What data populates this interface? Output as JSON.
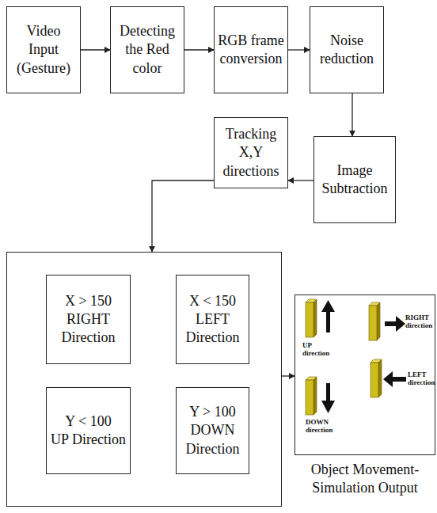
{
  "diagram": {
    "nodes": [
      {
        "text": [
          "Video Input (Gesture)"
        ]
      },
      {
        "text": [
          "Detecting the Red color"
        ]
      },
      {
        "text": [
          "RGB frame conversion"
        ]
      },
      {
        "text": [
          "Noise reduction"
        ]
      },
      {
        "text": [
          "Image Subtraction"
        ]
      },
      {
        "text": [
          "Tracking X,Y directions"
        ]
      },
      {
        "text": []
      },
      {
        "text": [
          "X > 150",
          "RIGHT Direction"
        ],
        "in": 6
      },
      {
        "text": [
          "X < 150",
          "LEFT Direction"
        ],
        "in": 6
      },
      {
        "text": [
          "Y < 100",
          "UP Direction"
        ],
        "in": 6
      },
      {
        "text": [
          "Y > 100",
          "DOWN Direction"
        ],
        "in": 6
      },
      {
        "text": [
          "Object Movement-Simulation Output"
        ]
      }
    ],
    "edges": [
      {
        "from": 0,
        "to": 1,
        "arrow": "to"
      },
      {
        "from": 1,
        "to": 2,
        "arrow": "to"
      },
      {
        "from": 2,
        "to": 3,
        "arrow": "to"
      },
      {
        "from": 3,
        "to": 4,
        "arrow": "to"
      },
      {
        "from": 4,
        "to": 5,
        "arrow": "to"
      },
      {
        "from": 5,
        "to": 6,
        "arrow": "to"
      },
      {
        "from": 6,
        "to": 11,
        "arrow": "to"
      }
    ],
    "labels": [
      "UP direction",
      "RIGHT direction",
      "DOWN direction",
      "LEFT direction"
    ]
  }
}
